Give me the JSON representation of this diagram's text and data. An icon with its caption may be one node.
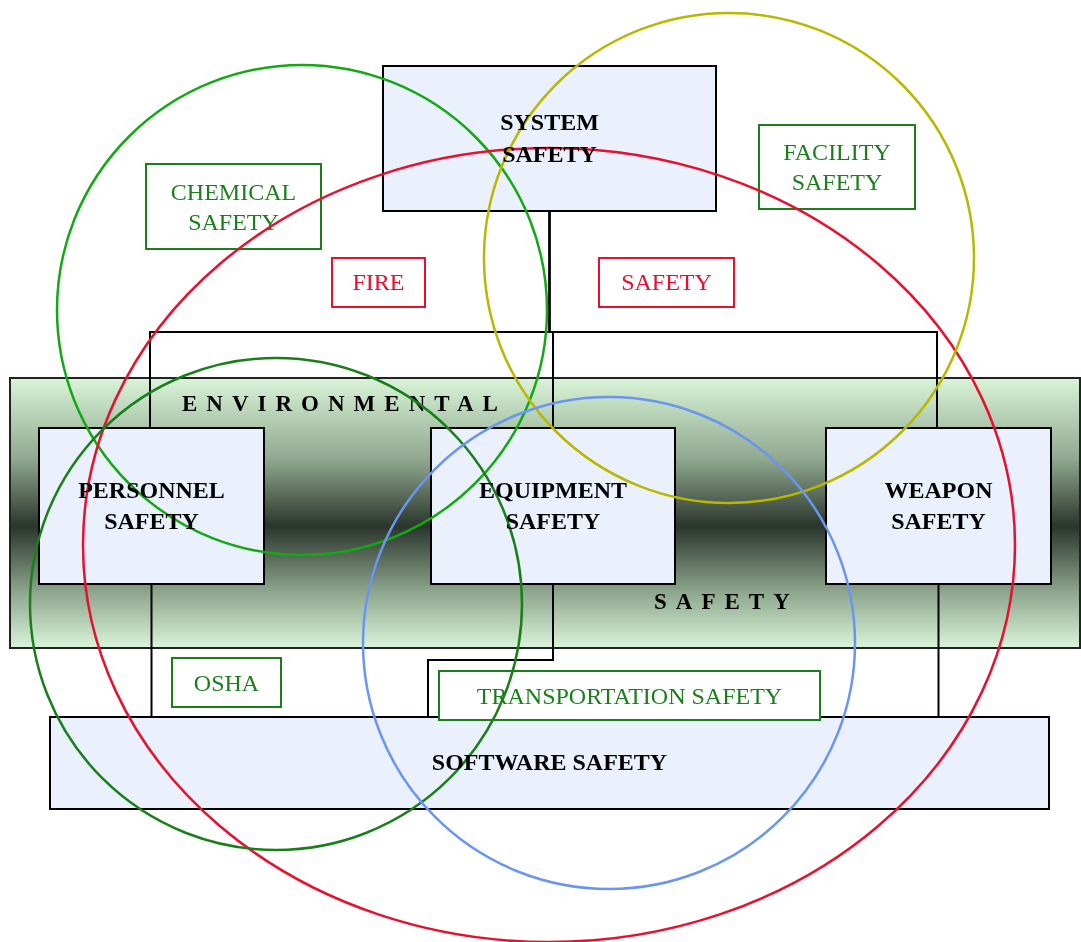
{
  "diagram": {
    "nodes": [
      {
        "text": [
          "SYSTEM SAFETY"
        ]
      },
      {
        "text": [
          "CHEMICAL SAFETY"
        ]
      },
      {
        "text": [
          "FACILITY SAFETY"
        ]
      },
      {
        "text": [
          "FIRE"
        ]
      },
      {
        "text": [
          "SAFETY"
        ]
      },
      {
        "text": [
          "ENVIRONMENTAL",
          "SAFETY"
        ]
      },
      {
        "text": [
          "PERSONNEL SAFETY"
        ],
        "in": 5
      },
      {
        "text": [
          "EQUIPMENT SAFETY"
        ],
        "in": 5
      },
      {
        "text": [
          "WEAPON SAFETY"
        ],
        "in": 5
      },
      {
        "text": [
          "OSHA"
        ]
      },
      {
        "text": [
          "TRANSPORTATION SAFETY"
        ]
      },
      {
        "text": [
          "SOFTWARE SAFETY"
        ]
      }
    ],
    "edges": [
      {
        "from": 0,
        "to": 6,
        "arrow": "none"
      },
      {
        "from": 0,
        "to": 7,
        "arrow": "none"
      },
      {
        "from": 0,
        "to": 8,
        "arrow": "none"
      },
      {
        "from": 6,
        "to": 11,
        "arrow": "none"
      },
      {
        "from": 7,
        "to": 11,
        "arrow": "none"
      },
      {
        "from": 8,
        "to": 11,
        "arrow": "none"
      }
    ]
  }
}
